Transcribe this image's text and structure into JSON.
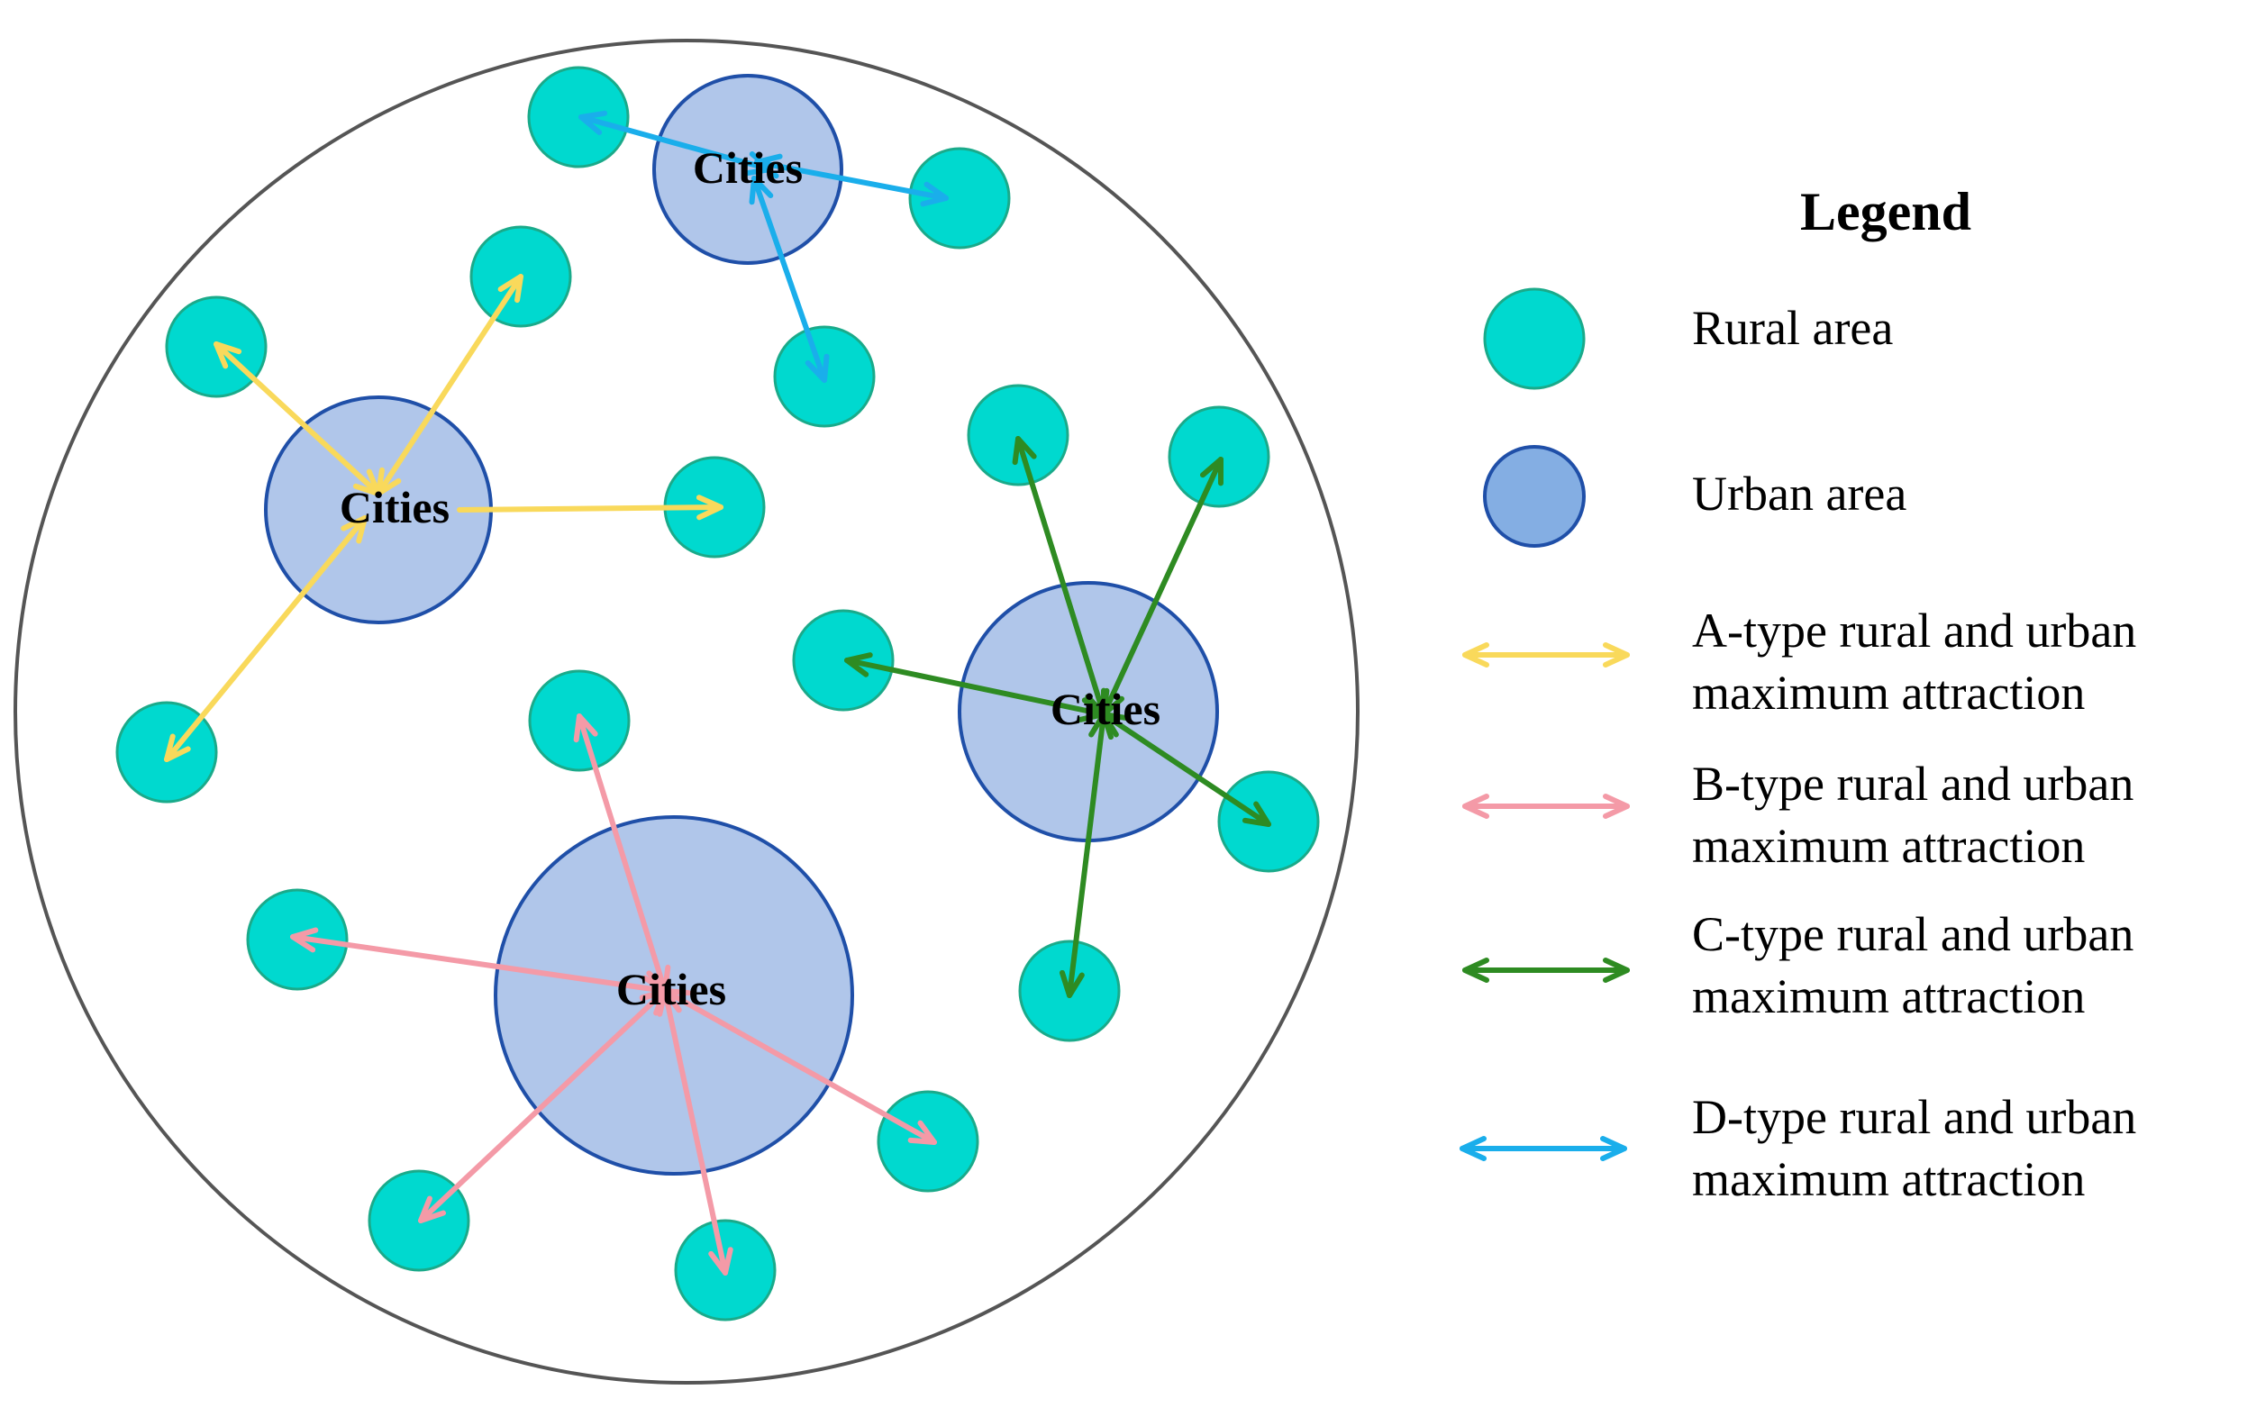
{
  "colors": {
    "background": "#ffffff",
    "boundary_stroke": "#555555",
    "rural_fill": "#00d9cf",
    "rural_stroke": "#1aaa8a",
    "urban_fill": "#b0c6ea",
    "urban_stroke": "#1f4fa8",
    "legend_urban_fill": "#84aee3",
    "a_type": "#f9d95b",
    "b_type": "#f49aa7",
    "c_type": "#2e8b22",
    "d_type": "#1aaeeb"
  },
  "icons": {
    "rural": "circle-rural-icon",
    "urban": "circle-urban-icon",
    "attraction": "double-headed-arrow-icon"
  },
  "diagram": {
    "city_label": "Cities",
    "groups": [
      {
        "type": "D",
        "color_key": "d_type",
        "city_label": "Cities"
      },
      {
        "type": "A",
        "color_key": "a_type",
        "city_label": "Cities"
      },
      {
        "type": "C",
        "color_key": "c_type",
        "city_label": "Cities"
      },
      {
        "type": "B",
        "color_key": "b_type",
        "city_label": "Cities"
      }
    ]
  },
  "legend": {
    "title": "Legend",
    "rural_label": "Rural area",
    "urban_label": "Urban area",
    "items": [
      {
        "key": "a",
        "color_key": "a_type",
        "line1": "A-type rural and urban",
        "line2": "maximum attraction"
      },
      {
        "key": "b",
        "color_key": "b_type",
        "line1": "B-type rural and urban",
        "line2": "maximum attraction"
      },
      {
        "key": "c",
        "color_key": "c_type",
        "line1": "C-type rural and urban",
        "line2": "maximum attraction"
      },
      {
        "key": "d",
        "color_key": "d_type",
        "line1": "D-type rural and urban",
        "line2": "maximum attraction"
      }
    ]
  }
}
